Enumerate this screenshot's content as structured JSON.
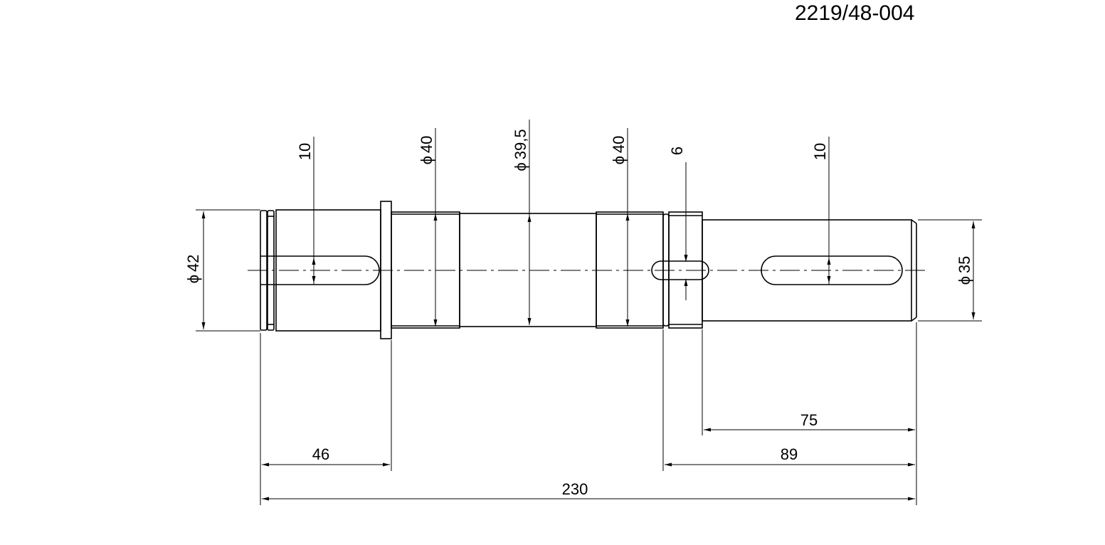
{
  "drawing_number": "2219/48-004",
  "dimensions": {
    "dia_42": "42",
    "key_left_width": "10",
    "dia_40_left": "40",
    "dia_39_5": "39,5",
    "dia_40_right": "40",
    "groove_width": "6",
    "key_right_width": "10",
    "dia_35": "35",
    "len_75": "75",
    "len_46": "46",
    "len_89": "89",
    "len_230": "230"
  },
  "diameter_symbol": "ϕ",
  "colors": {
    "line": "#000000",
    "background": "#ffffff"
  }
}
